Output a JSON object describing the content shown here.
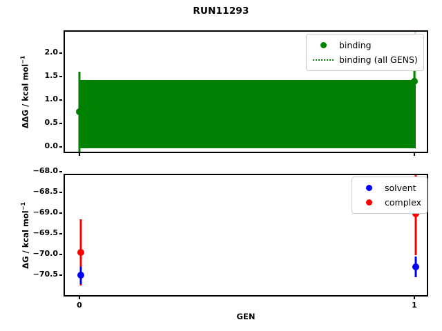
{
  "title": "RUN11293",
  "xlabel": "GEN",
  "colors": {
    "binding": "#008000",
    "solvent": "#0000ff",
    "complex": "#ff0000",
    "axis": "#000000",
    "background": "#ffffff"
  },
  "top_panel": {
    "ylabel_main": "ΔΔG / kcal mol",
    "ylabel_exponent": "−1",
    "yticks": [
      "0.0",
      "0.5",
      "1.0",
      "1.5",
      "2.0"
    ],
    "legend": [
      {
        "label": "binding",
        "handle": "dot",
        "color": "#008000"
      },
      {
        "label": "binding (all GENS)",
        "handle": "dotted-line",
        "color": "#008000"
      }
    ]
  },
  "bottom_panel": {
    "ylabel_main": "ΔG / kcal mol",
    "ylabel_exponent": "−1",
    "yticks": [
      "−70.5",
      "−70.0",
      "−69.5",
      "−69.0",
      "−68.5",
      "−68.0"
    ],
    "legend": [
      {
        "label": "solvent",
        "handle": "dot",
        "color": "#0000ff"
      },
      {
        "label": "complex",
        "handle": "dot",
        "color": "#ff0000"
      }
    ]
  },
  "xticks": [
    "0",
    "1"
  ],
  "chart_data": [
    {
      "type": "scatter",
      "panel": "top",
      "title": "RUN11293",
      "xlabel": "GEN",
      "ylabel": "ΔΔG / kcal mol⁻¹",
      "x": [
        0,
        1
      ],
      "xticklabels": [
        "0",
        "1"
      ],
      "xlim": [
        -0.05,
        1.05
      ],
      "ylim": [
        -0.38,
        2.32
      ],
      "yticks": [
        0.0,
        0.5,
        1.0,
        1.5,
        2.0
      ],
      "grid": false,
      "legend_position": "upper right",
      "series": [
        {
          "name": "binding",
          "color": "#008000",
          "marker": "o",
          "values": [
            0.55,
            1.29
          ],
          "yerr_low": [
            0.8,
            0.23
          ],
          "yerr_high": [
            0.83,
            0.24
          ]
        },
        {
          "name": "binding (all GENS)",
          "color": "#008000",
          "linestyle": "dotted",
          "description": "Dotted vertical lines spanning the cumulative binding confidence interval at every GEN, drawn densely so the band appears solid.",
          "band_top": 1.29,
          "band_bottom": -0.12,
          "x_range": [
            0,
            1
          ]
        }
      ]
    },
    {
      "type": "scatter",
      "panel": "bottom",
      "xlabel": "GEN",
      "ylabel": "ΔG / kcal mol⁻¹",
      "x": [
        0,
        1
      ],
      "xticklabels": [
        "0",
        "1"
      ],
      "xlim": [
        -0.05,
        1.05
      ],
      "ylim": [
        -70.72,
        -67.78
      ],
      "yticks": [
        -70.5,
        -70.0,
        -69.5,
        -69.0,
        -68.5,
        -68.0
      ],
      "grid": false,
      "legend_position": "upper right",
      "series": [
        {
          "name": "solvent",
          "color": "#0000ff",
          "marker": "o",
          "values": [
            -70.32,
            -70.13
          ],
          "yerr_low": [
            0.21,
            0.25
          ],
          "yerr_high": [
            0.21,
            0.24
          ]
        },
        {
          "name": "complex",
          "color": "#ff0000",
          "marker": "o",
          "values": [
            -69.78,
            -68.85
          ],
          "yerr_low": [
            0.78,
            0.89
          ],
          "yerr_high": [
            0.79,
            0.92
          ]
        }
      ]
    }
  ]
}
